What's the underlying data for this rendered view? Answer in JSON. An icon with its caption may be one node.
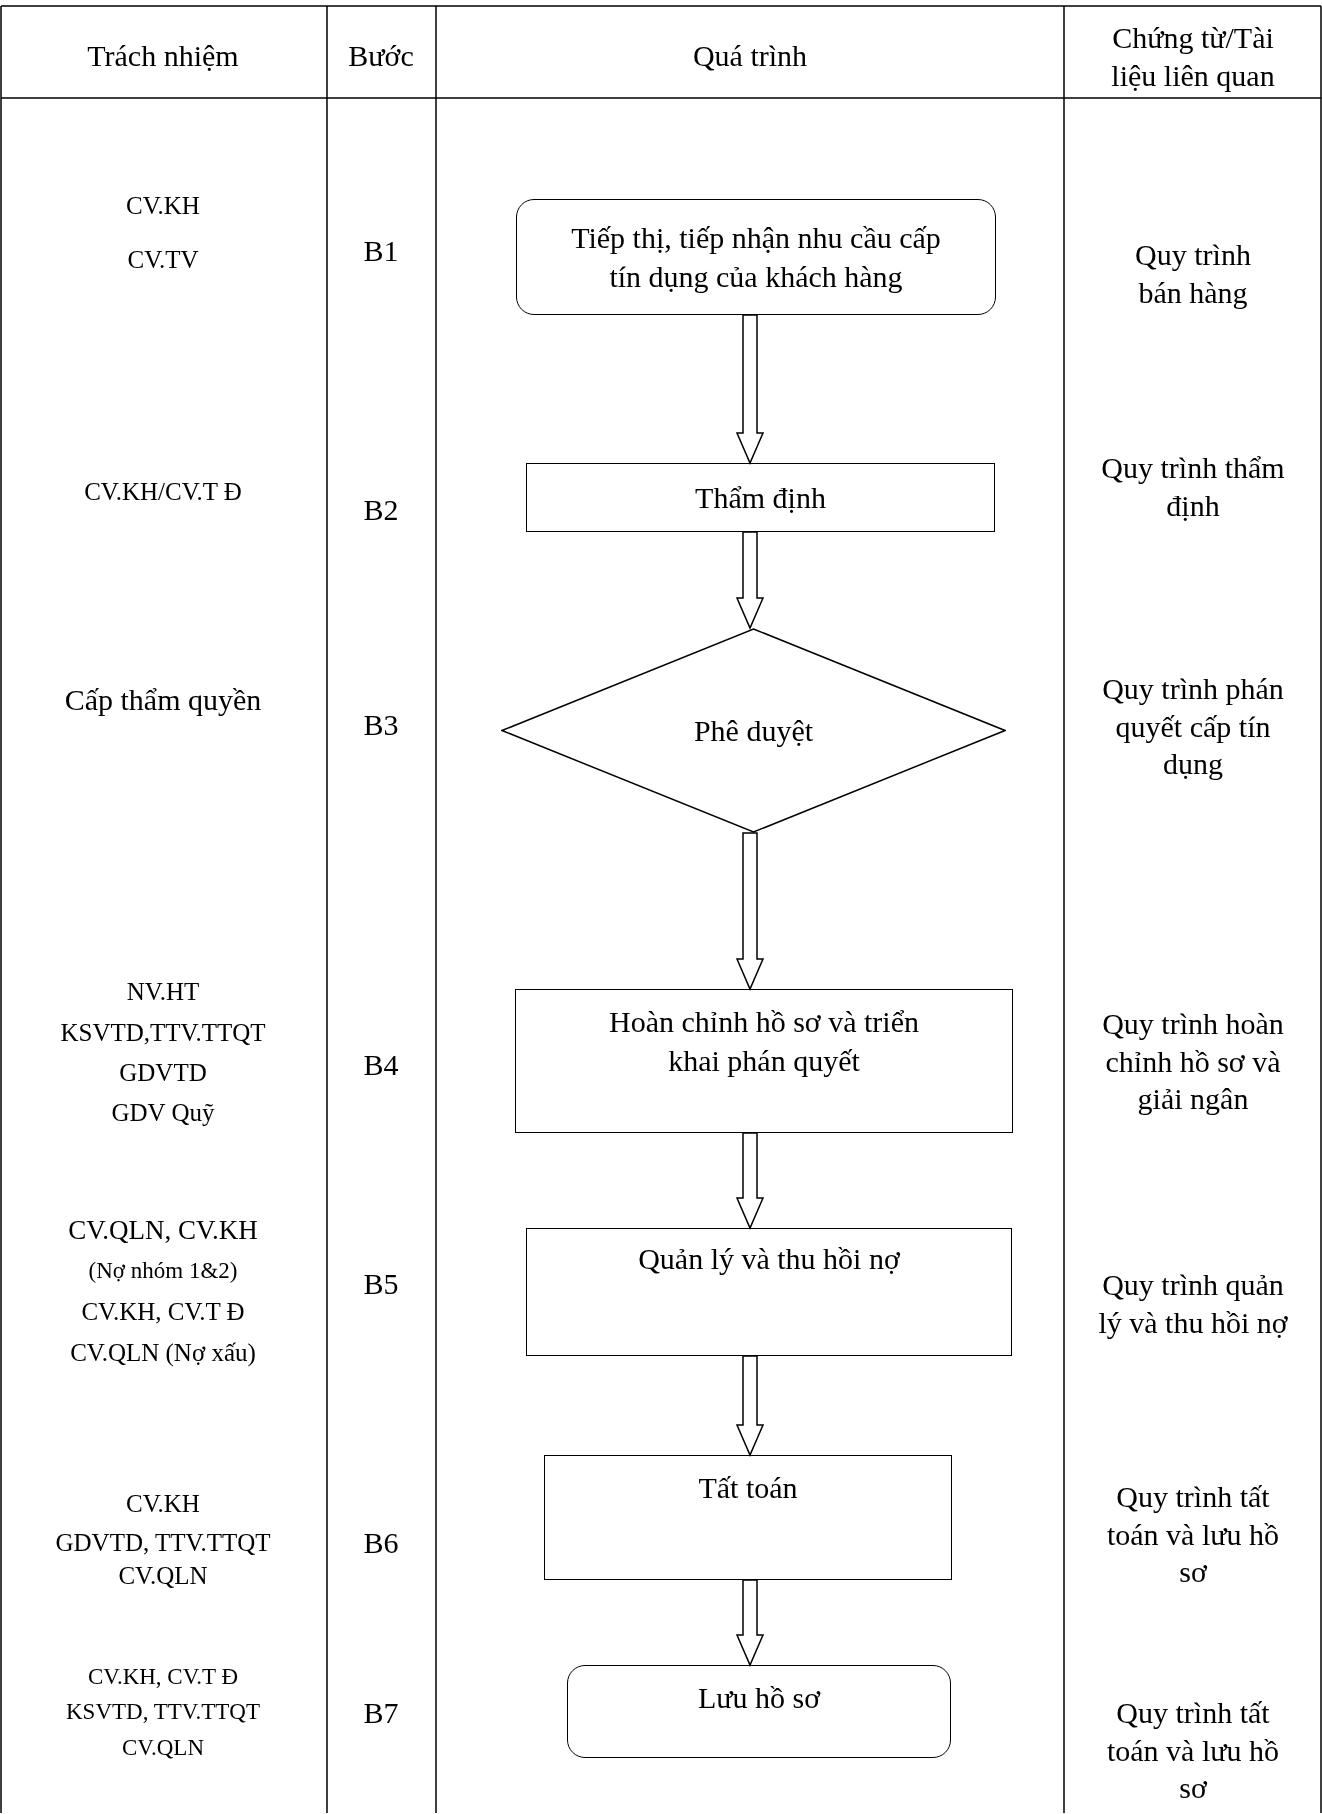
{
  "diagram": {
    "nodes": [
      {
        "text": [
          "Tiếp thị, tiếp nhận nhu cầu cấp tín dụng của khách hàng"
        ]
      },
      {
        "text": [
          "Thẩm định"
        ]
      },
      {
        "text": [
          "Phê duyệt"
        ]
      },
      {
        "text": [
          "Hoàn chỉnh hồ sơ và triển khai phán quyết"
        ]
      },
      {
        "text": [
          "Quản lý và thu hồi nợ"
        ]
      },
      {
        "text": [
          "Tất toán"
        ]
      },
      {
        "text": [
          "Lưu hồ sơ"
        ]
      }
    ],
    "edges": [
      {
        "from": 0,
        "to": 1,
        "arrow": "to"
      },
      {
        "from": 1,
        "to": 2,
        "arrow": "to"
      },
      {
        "from": 2,
        "to": 3,
        "arrow": "to"
      },
      {
        "from": 3,
        "to": 4,
        "arrow": "to"
      },
      {
        "from": 4,
        "to": 5,
        "arrow": "to"
      },
      {
        "from": 5,
        "to": 6,
        "arrow": "to"
      }
    ],
    "labels": [
      "Trách nhiệm",
      "Bước",
      "Quá trình",
      "Chứng từ/Tài liệu liên quan",
      "CV.KH",
      "CV.TV",
      "B1",
      "Quy trình bán hàng",
      "CV.KH/CV.T Đ",
      "B2",
      "Quy trình thẩm định",
      "Cấp thẩm quyền",
      "B3",
      "Quy trình phán quyết cấp tín dụng",
      "NV.HT",
      "KSVTD,TTV.TTQT",
      "GDVTD",
      "GDV Quỹ",
      "B4",
      "Quy trình hoàn chỉnh hồ sơ và giải ngân",
      "CV.QLN, CV.KH",
      "(Nợ nhóm 1&2)",
      "CV.KH, CV.T Đ",
      "CV.QLN (Nợ xấu)",
      "B5",
      "Quy trình quản lý và thu hồi nợ",
      "CV.KH",
      "GDVTD, TTV.TTQT",
      "CV.QLN",
      "B6",
      "Quy trình tất toán và lưu hồ sơ",
      "CV.KH, CV.T Đ",
      "KSVTD, TTV.TTQT",
      "CV.QLN",
      "B7",
      "Quy trình tất toán và lưu hồ sơ"
    ]
  }
}
